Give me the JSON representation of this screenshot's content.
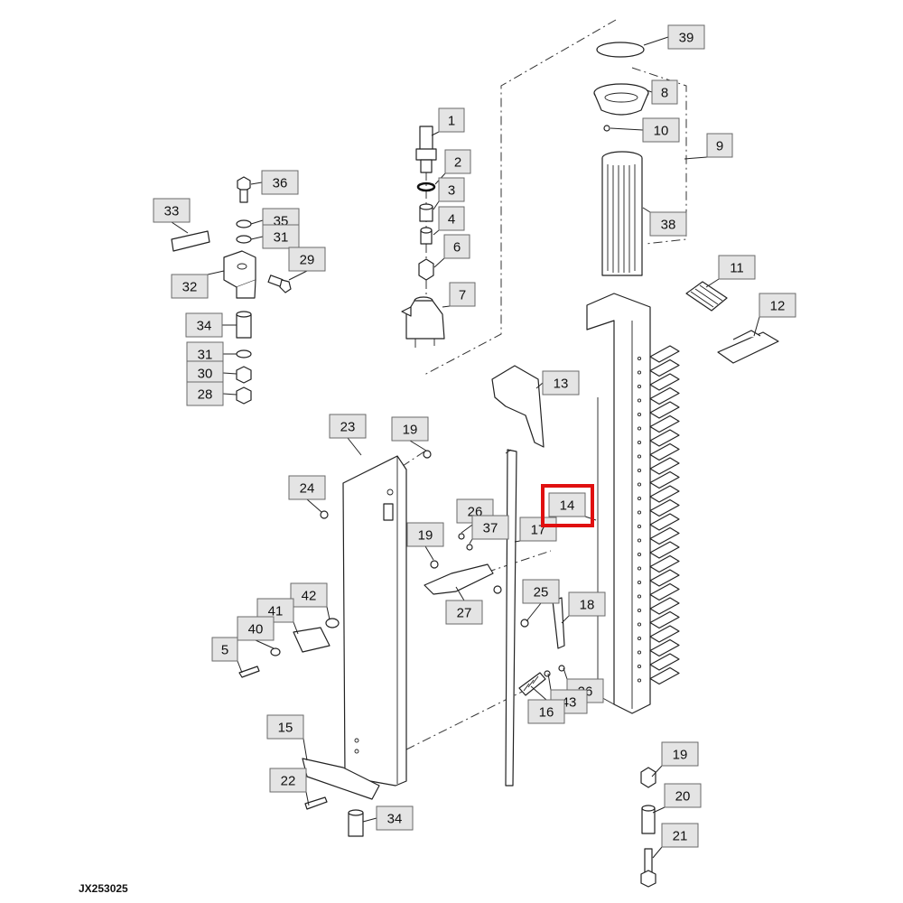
{
  "figure_id": "JX253025",
  "highlight_color": "#e01010",
  "callouts": [
    {
      "id": "c39",
      "label": "39"
    },
    {
      "id": "c8",
      "label": "8"
    },
    {
      "id": "c10",
      "label": "10"
    },
    {
      "id": "c9",
      "label": "9"
    },
    {
      "id": "c38",
      "label": "38"
    },
    {
      "id": "c1",
      "label": "1"
    },
    {
      "id": "c2",
      "label": "2"
    },
    {
      "id": "c3",
      "label": "3"
    },
    {
      "id": "c4",
      "label": "4"
    },
    {
      "id": "c6",
      "label": "6"
    },
    {
      "id": "c7",
      "label": "7"
    },
    {
      "id": "c36",
      "label": "36"
    },
    {
      "id": "c33",
      "label": "33"
    },
    {
      "id": "c35",
      "label": "35"
    },
    {
      "id": "c31a",
      "label": "31"
    },
    {
      "id": "c29",
      "label": "29"
    },
    {
      "id": "c32",
      "label": "32"
    },
    {
      "id": "c34a",
      "label": "34"
    },
    {
      "id": "c31b",
      "label": "31"
    },
    {
      "id": "c30",
      "label": "30"
    },
    {
      "id": "c28",
      "label": "28"
    },
    {
      "id": "c11",
      "label": "11"
    },
    {
      "id": "c12",
      "label": "12"
    },
    {
      "id": "c13",
      "label": "13"
    },
    {
      "id": "c23",
      "label": "23"
    },
    {
      "id": "c19a",
      "label": "19"
    },
    {
      "id": "c24",
      "label": "24"
    },
    {
      "id": "c14",
      "label": "14",
      "highlighted": true
    },
    {
      "id": "c26a",
      "label": "26"
    },
    {
      "id": "c37",
      "label": "37"
    },
    {
      "id": "c17",
      "label": "17"
    },
    {
      "id": "c19b",
      "label": "19"
    },
    {
      "id": "c42",
      "label": "42"
    },
    {
      "id": "c41",
      "label": "41"
    },
    {
      "id": "c40",
      "label": "40"
    },
    {
      "id": "c5",
      "label": "5"
    },
    {
      "id": "c27",
      "label": "27"
    },
    {
      "id": "c25",
      "label": "25"
    },
    {
      "id": "c18",
      "label": "18"
    },
    {
      "id": "c26b",
      "label": "26"
    },
    {
      "id": "c43",
      "label": "43"
    },
    {
      "id": "c16",
      "label": "16"
    },
    {
      "id": "c15",
      "label": "15"
    },
    {
      "id": "c22",
      "label": "22"
    },
    {
      "id": "c34b",
      "label": "34"
    },
    {
      "id": "c19c",
      "label": "19"
    },
    {
      "id": "c20",
      "label": "20"
    },
    {
      "id": "c21",
      "label": "21"
    }
  ]
}
